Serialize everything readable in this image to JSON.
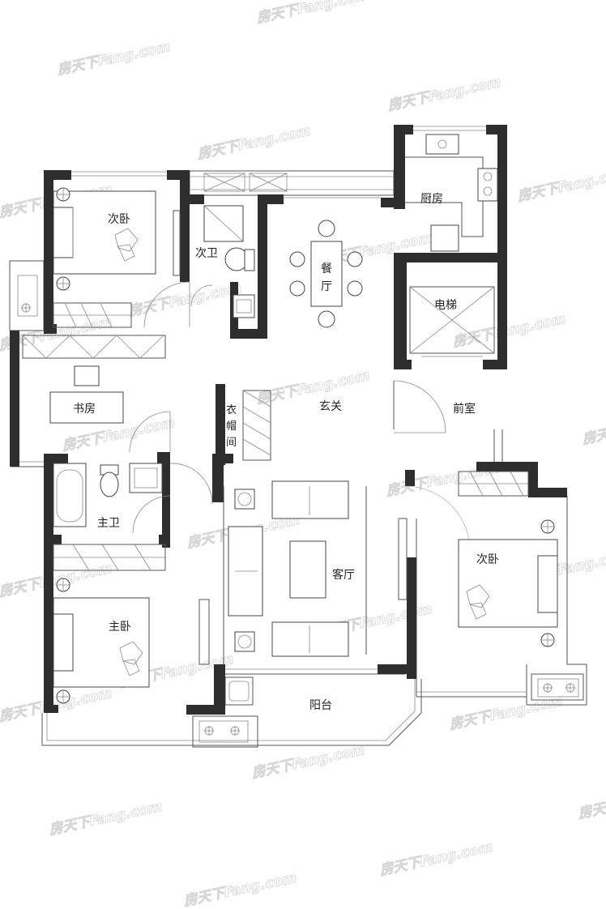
{
  "rooms": {
    "bedroom_nw": "次卧",
    "bath_second": "次卫",
    "dining": "餐",
    "dining_2": "厅",
    "kitchen": "厨房",
    "elevator": "电梯",
    "study": "书房",
    "study_desk": "书房",
    "foyer": "玄关",
    "anteroom": "前室",
    "closet_1": "衣",
    "closet_2": "帽",
    "closet_3": "间",
    "master_bath": "主卫",
    "living": "客厅",
    "bedroom_e": "次卧",
    "master_bedroom": "主卧",
    "balcony": "阳台"
  },
  "watermark": {
    "text": "房天下Fang.com"
  },
  "colors": {
    "wall": "#2e2e2e",
    "line": "#555555",
    "watermark": "#d8d8d8"
  }
}
